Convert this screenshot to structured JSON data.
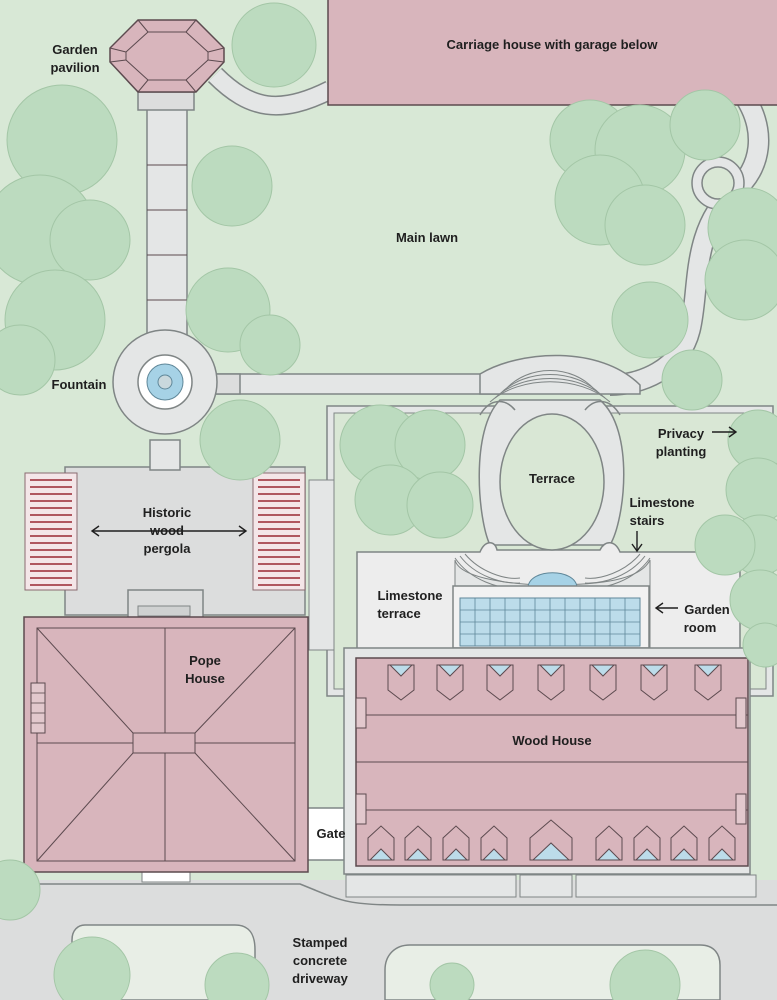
{
  "labels": {
    "carriage_house": "Carriage house with garage below",
    "garden_pavilion_1": "Garden",
    "garden_pavilion_2": "pavilion",
    "main_lawn": "Main lawn",
    "fountain": "Fountain",
    "privacy_1": "Privacy",
    "privacy_2": "planting",
    "terrace": "Terrace",
    "limestone_stairs_1": "Limestone",
    "limestone_stairs_2": "stairs",
    "pergola_1": "Historic",
    "pergola_2": "wood",
    "pergola_3": "pergola",
    "limestone_terrace_1": "Limestone",
    "limestone_terrace_2": "terrace",
    "garden_room_1": "Garden",
    "garden_room_2": "room",
    "pope_house_1": "Pope",
    "pope_house_2": "House",
    "wood_house": "Wood House",
    "gate": "Gate",
    "driveway_1": "Stamped",
    "driveway_2": "concrete",
    "driveway_3": "driveway"
  },
  "colors": {
    "lawn": "#d8e8d6",
    "tree": "#bcdbbf",
    "roof": "#d8b5bc",
    "paving": "#dcdddd",
    "water": "#a6d2e6"
  }
}
